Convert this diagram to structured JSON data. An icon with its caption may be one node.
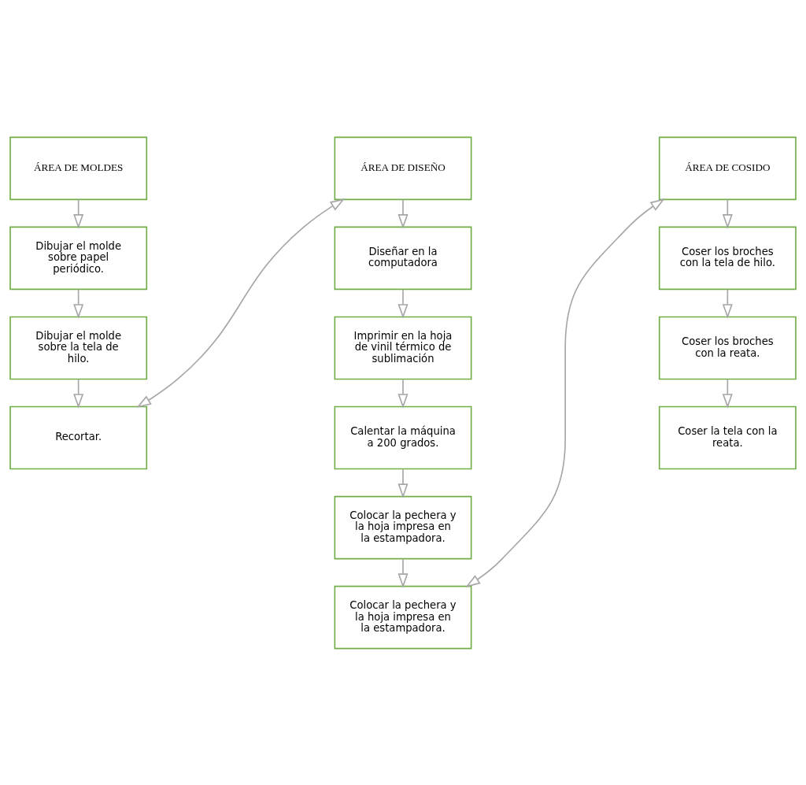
{
  "diagram": {
    "nodes": [
      {
        "text": [
          "ÁREA DE MOLDES"
        ]
      },
      {
        "text": [
          "Dibujar el molde sobre papel periódico."
        ]
      },
      {
        "text": [
          "Dibujar el molde sobre la tela de hilo."
        ]
      },
      {
        "text": [
          "Recortar."
        ]
      },
      {
        "text": [
          "ÁREA DE DISEÑO"
        ]
      },
      {
        "text": [
          "Diseñar en la computadora"
        ]
      },
      {
        "text": [
          "Imprimir en la hoja de vinil térmico de sublimación"
        ]
      },
      {
        "text": [
          "Calentar la máquina a 200 grados."
        ]
      },
      {
        "text": [
          "Colocar la pechera y la hoja impresa en la estampadora."
        ]
      },
      {
        "text": [
          "Colocar la pechera y la hoja impresa en la estampadora."
        ]
      },
      {
        "text": [
          "ÁREA DE COSIDO"
        ]
      },
      {
        "text": [
          "Coser los broches con la tela de hilo."
        ]
      },
      {
        "text": [
          "Coser los broches con la reata."
        ]
      },
      {
        "text": [
          "Coser la tela con la reata."
        ]
      }
    ],
    "edges": [
      {
        "from": 0,
        "to": 1,
        "arrow": "to"
      },
      {
        "from": 1,
        "to": 2,
        "arrow": "to"
      },
      {
        "from": 2,
        "to": 3,
        "arrow": "to"
      },
      {
        "from": 3,
        "to": 4,
        "arrow": "both"
      },
      {
        "from": 4,
        "to": 5,
        "arrow": "to"
      },
      {
        "from": 5,
        "to": 6,
        "arrow": "to"
      },
      {
        "from": 6,
        "to": 7,
        "arrow": "to"
      },
      {
        "from": 7,
        "to": 8,
        "arrow": "to"
      },
      {
        "from": 8,
        "to": 9,
        "arrow": "to"
      },
      {
        "from": 9,
        "to": 10,
        "arrow": "both"
      },
      {
        "from": 10,
        "to": 11,
        "arrow": "to"
      },
      {
        "from": 11,
        "to": 12,
        "arrow": "to"
      },
      {
        "from": 12,
        "to": 13,
        "arrow": "to"
      }
    ]
  }
}
